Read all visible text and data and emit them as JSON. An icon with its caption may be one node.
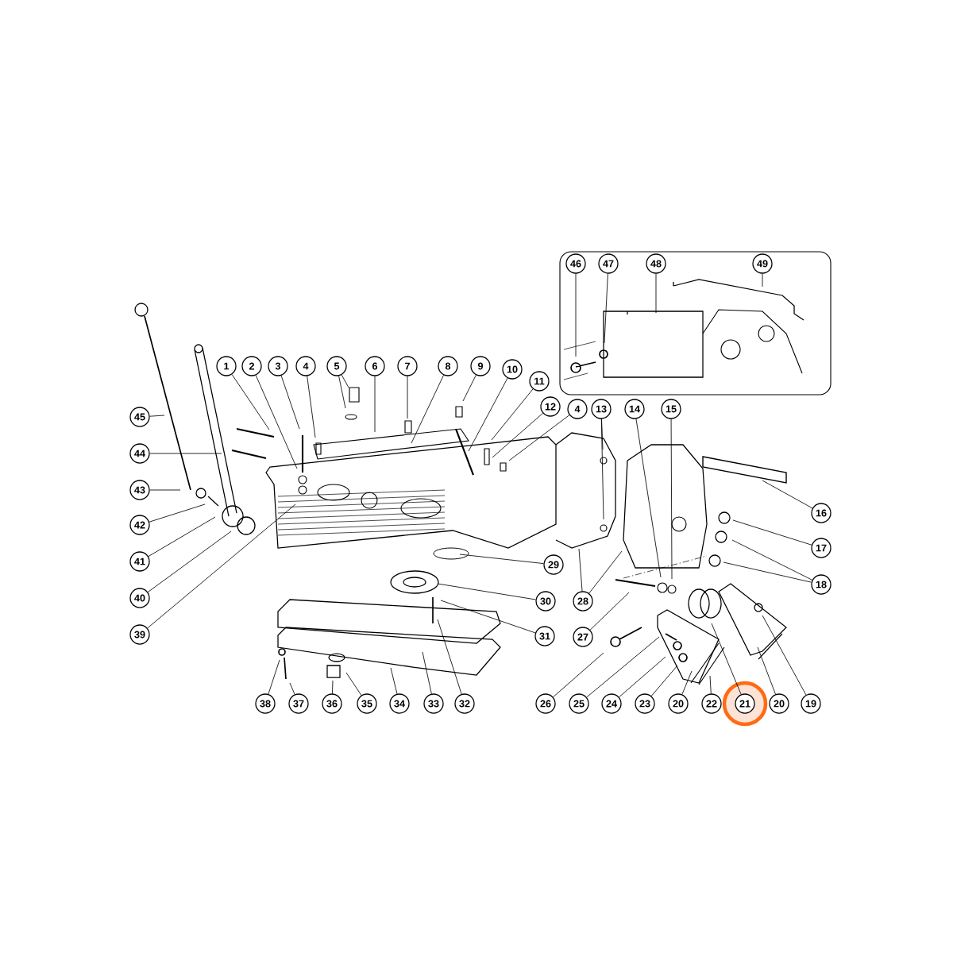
{
  "diagram": {
    "nodes": [
      {
        "text": [
          "46"
        ]
      },
      {
        "text": [
          "47"
        ]
      },
      {
        "text": [
          "48"
        ]
      },
      {
        "text": [
          "49"
        ]
      },
      {
        "text": [
          "1"
        ]
      },
      {
        "text": [
          "2"
        ]
      },
      {
        "text": [
          "3"
        ]
      },
      {
        "text": [
          "4"
        ]
      },
      {
        "text": [
          "5"
        ]
      },
      {
        "text": [
          "6"
        ]
      },
      {
        "text": [
          "7"
        ]
      },
      {
        "text": [
          "8"
        ]
      },
      {
        "text": [
          "9"
        ]
      },
      {
        "text": [
          "10"
        ]
      },
      {
        "text": [
          "11"
        ]
      },
      {
        "text": [
          "12"
        ]
      },
      {
        "text": [
          "4"
        ]
      },
      {
        "text": [
          "13"
        ]
      },
      {
        "text": [
          "14"
        ]
      },
      {
        "text": [
          "15"
        ]
      },
      {
        "text": [
          "45"
        ]
      },
      {
        "text": [
          "44"
        ]
      },
      {
        "text": [
          "43"
        ]
      },
      {
        "text": [
          "42"
        ]
      },
      {
        "text": [
          "41"
        ]
      },
      {
        "text": [
          "40"
        ]
      },
      {
        "text": [
          "39"
        ]
      },
      {
        "text": [
          "16"
        ]
      },
      {
        "text": [
          "17"
        ]
      },
      {
        "text": [
          "18"
        ]
      },
      {
        "text": [
          "29"
        ]
      },
      {
        "text": [
          "28"
        ]
      },
      {
        "text": [
          "30"
        ]
      },
      {
        "text": [
          "27"
        ]
      },
      {
        "text": [
          "31"
        ]
      },
      {
        "text": [
          "38"
        ]
      },
      {
        "text": [
          "37"
        ]
      },
      {
        "text": [
          "36"
        ]
      },
      {
        "text": [
          "35"
        ]
      },
      {
        "text": [
          "34"
        ]
      },
      {
        "text": [
          "33"
        ]
      },
      {
        "text": [
          "32"
        ]
      },
      {
        "text": [
          "26"
        ]
      },
      {
        "text": [
          "25"
        ]
      },
      {
        "text": [
          "24"
        ]
      },
      {
        "text": [
          "23"
        ]
      },
      {
        "text": [
          "20"
        ]
      },
      {
        "text": [
          "22"
        ]
      },
      {
        "text": [
          "21"
        ]
      },
      {
        "text": [
          "20"
        ]
      },
      {
        "text": [
          "19"
        ]
      }
    ],
    "edges": [
      {
        "from": 0,
        "to": null,
        "arrow": "none"
      },
      {
        "from": 1,
        "to": null,
        "arrow": "none"
      },
      {
        "from": 2,
        "to": null,
        "arrow": "none"
      },
      {
        "from": 3,
        "to": null,
        "arrow": "none"
      },
      {
        "from": 4,
        "to": null,
        "arrow": "none"
      },
      {
        "from": 5,
        "to": null,
        "arrow": "none"
      },
      {
        "from": 6,
        "to": null,
        "arrow": "none"
      },
      {
        "from": 7,
        "to": null,
        "arrow": "none"
      },
      {
        "from": 8,
        "to": null,
        "arrow": "none"
      },
      {
        "from": 8,
        "to": null,
        "arrow": "none"
      },
      {
        "from": 9,
        "to": null,
        "arrow": "none"
      },
      {
        "from": 10,
        "to": null,
        "arrow": "none"
      },
      {
        "from": 11,
        "to": null,
        "arrow": "none"
      },
      {
        "from": 12,
        "to": null,
        "arrow": "none"
      },
      {
        "from": 13,
        "to": null,
        "arrow": "none"
      },
      {
        "from": 14,
        "to": null,
        "arrow": "none"
      },
      {
        "from": 15,
        "to": null,
        "arrow": "none"
      },
      {
        "from": 16,
        "to": null,
        "arrow": "none"
      },
      {
        "from": 17,
        "to": null,
        "arrow": "none"
      },
      {
        "from": 17,
        "to": null,
        "arrow": "none"
      },
      {
        "from": 18,
        "to": null,
        "arrow": "none"
      },
      {
        "from": 19,
        "to": null,
        "arrow": "none"
      },
      {
        "from": 20,
        "to": null,
        "arrow": "none"
      },
      {
        "from": 21,
        "to": null,
        "arrow": "none"
      },
      {
        "from": 22,
        "to": null,
        "arrow": "none"
      },
      {
        "from": 23,
        "to": null,
        "arrow": "none"
      },
      {
        "from": 24,
        "to": null,
        "arrow": "none"
      },
      {
        "from": 25,
        "to": null,
        "arrow": "none"
      },
      {
        "from": 26,
        "to": null,
        "arrow": "none"
      },
      {
        "from": 27,
        "to": null,
        "arrow": "none"
      },
      {
        "from": 28,
        "to": null,
        "arrow": "none"
      },
      {
        "from": 29,
        "to": null,
        "arrow": "none"
      },
      {
        "from": 29,
        "to": null,
        "arrow": "none"
      },
      {
        "from": 30,
        "to": null,
        "arrow": "none"
      },
      {
        "from": 31,
        "to": null,
        "arrow": "none"
      },
      {
        "from": 31,
        "to": null,
        "arrow": "none"
      },
      {
        "from": 32,
        "to": null,
        "arrow": "none"
      },
      {
        "from": 33,
        "to": null,
        "arrow": "none"
      },
      {
        "from": 34,
        "to": null,
        "arrow": "none"
      },
      {
        "from": 35,
        "to": null,
        "arrow": "none"
      },
      {
        "from": 36,
        "to": null,
        "arrow": "none"
      },
      {
        "from": 37,
        "to": null,
        "arrow": "none"
      },
      {
        "from": 38,
        "to": null,
        "arrow": "none"
      },
      {
        "from": 39,
        "to": null,
        "arrow": "none"
      },
      {
        "from": 40,
        "to": null,
        "arrow": "none"
      },
      {
        "from": 41,
        "to": null,
        "arrow": "none"
      },
      {
        "from": 42,
        "to": null,
        "arrow": "none"
      },
      {
        "from": 43,
        "to": null,
        "arrow": "none"
      },
      {
        "from": 44,
        "to": null,
        "arrow": "none"
      },
      {
        "from": 45,
        "to": null,
        "arrow": "none"
      },
      {
        "from": 46,
        "to": null,
        "arrow": "none"
      },
      {
        "from": 47,
        "to": null,
        "arrow": "none"
      },
      {
        "from": 48,
        "to": null,
        "arrow": "none"
      },
      {
        "from": 49,
        "to": null,
        "arrow": "none"
      },
      {
        "from": 50,
        "to": null,
        "arrow": "none"
      }
    ]
  }
}
